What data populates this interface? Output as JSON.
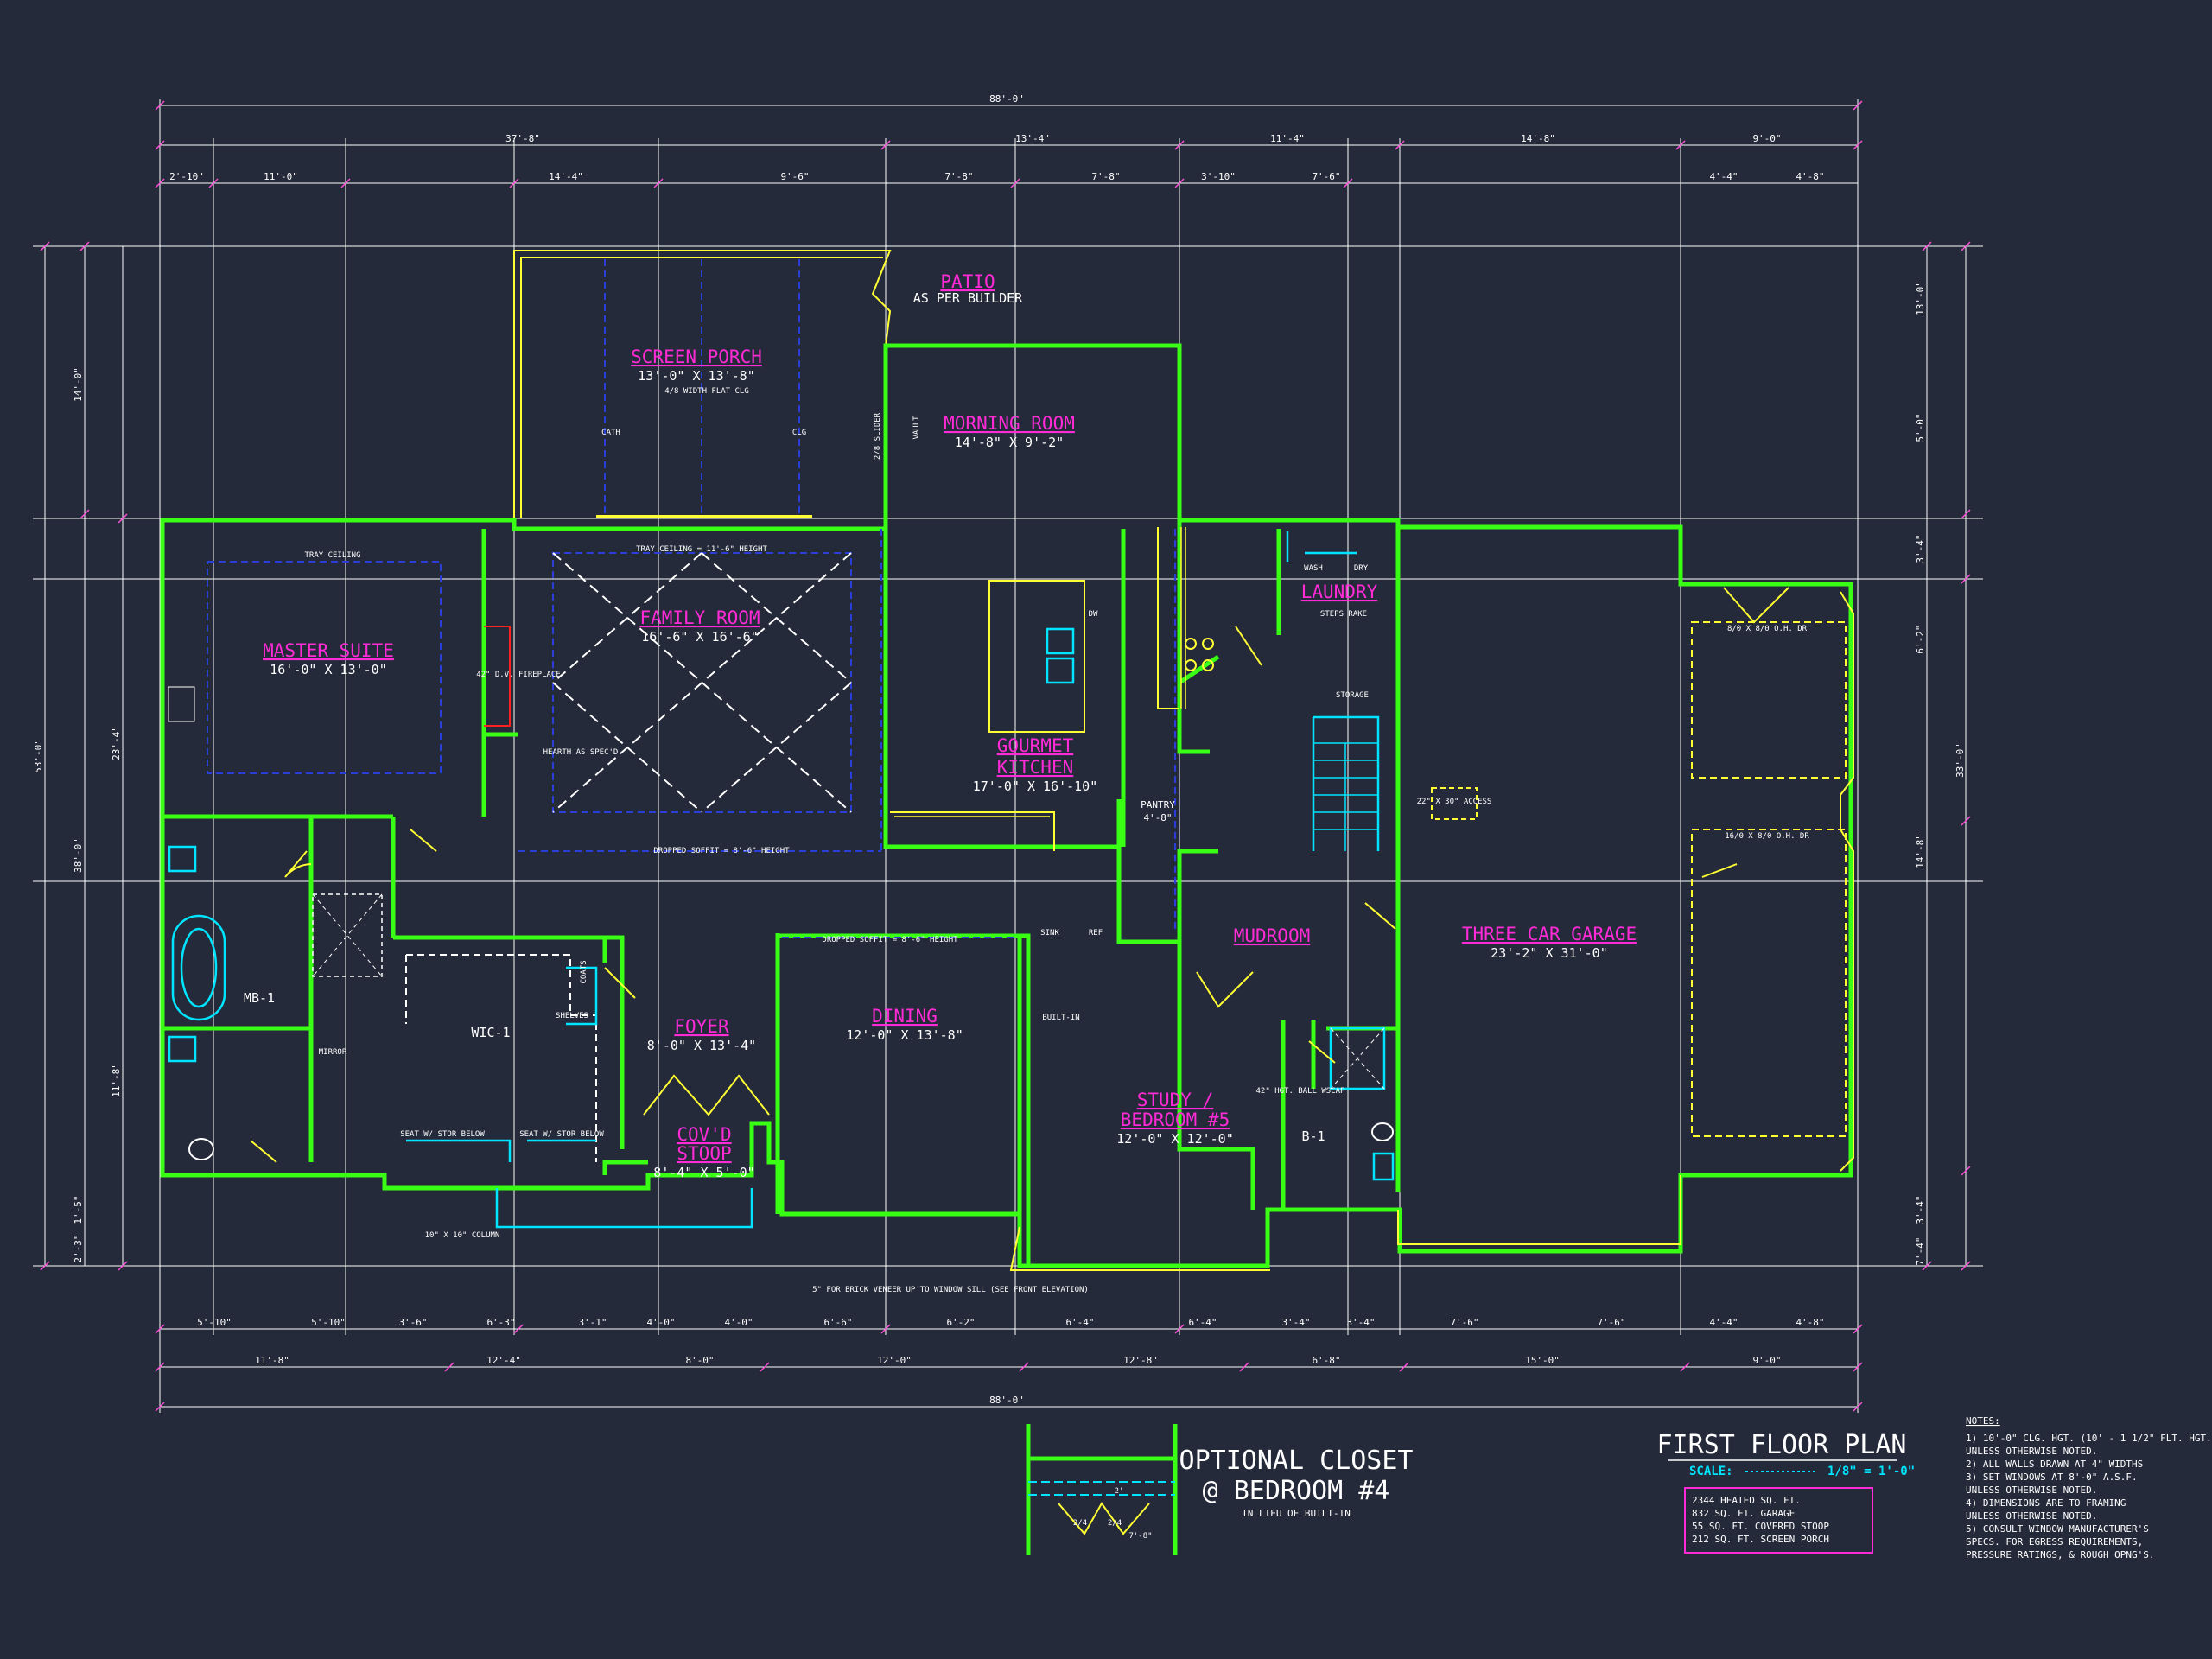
{
  "plan": {
    "title": "FIRST FLOOR PLAN",
    "scale_label": "SCALE:",
    "scale_value": "1/8\" = 1'-0\"",
    "area_summary": [
      "2344 HEATED SQ. FT.",
      "832 SQ. FT. GARAGE",
      "55 SQ. FT. COVERED STOOP",
      "212 SQ. FT. SCREEN PORCH"
    ],
    "notes_title": "NOTES:",
    "notes": [
      "1)  10'-0\" CLG. HGT. (10' - 1 1/2\" FLT. HGT.)",
      "     UNLESS OTHERWISE NOTED.",
      "2)  ALL WALLS DRAWN AT 4\" WIDTHS",
      "3)  SET WINDOWS AT 8'-0\" A.S.F.",
      "     UNLESS OTHERWISE NOTED.",
      "4)  DIMENSIONS ARE TO FRAMING",
      "     UNLESS OTHERWISE NOTED.",
      "5)  CONSULT WINDOW MANUFACTURER'S",
      "     SPECS. FOR EGRESS REQUIREMENTS,",
      "     PRESSURE RATINGS, & ROUGH OPNG'S."
    ],
    "optional_closet": {
      "title1": "OPTIONAL CLOSET",
      "title2": "@ BEDROOM #4",
      "sub": "IN LIEU OF BUILT-IN",
      "dims": [
        "2/4",
        "2/4",
        "7'-8\"",
        "2'"
      ]
    }
  },
  "rooms": [
    {
      "name": "PATIO",
      "dims": "AS PER BUILDER"
    },
    {
      "name": "SCREEN PORCH",
      "dims": "13'-0\" X 13'-8\"",
      "note": "4/8 WIDTH FLAT CLG"
    },
    {
      "name": "MORNING ROOM",
      "dims": "14'-8\" X 9'-2\""
    },
    {
      "name": "MASTER SUITE",
      "dims": "16'-0\" X 13'-0\""
    },
    {
      "name": "FAMILY ROOM",
      "dims": "16'-6\" X 16'-6\""
    },
    {
      "name": "GOURMET",
      "dims": ""
    },
    {
      "name": "KITCHEN",
      "dims": "17'-0\" X 16'-10\""
    },
    {
      "name": "LAUNDRY",
      "dims": ""
    },
    {
      "name": "THREE CAR GARAGE",
      "dims": "23'-2\" X 31'-0\""
    },
    {
      "name": "MUDROOM",
      "dims": ""
    },
    {
      "name": "FOYER",
      "dims": "8'-0\" X 13'-4\""
    },
    {
      "name": "DINING",
      "dims": "12'-0\" X 13'-8\""
    },
    {
      "name": "STUDY /",
      "dims": ""
    },
    {
      "name": "BEDROOM #5",
      "dims": "12'-0\" X 12'-0\""
    },
    {
      "name": "COV'D",
      "dims": ""
    },
    {
      "name": "STOOP",
      "dims": "8'-4\" X 5'-0\""
    }
  ],
  "labels": {
    "mb1": "MB-1",
    "wic1": "WIC-1",
    "b1": "B-1",
    "pantry": "PANTRY",
    "pantry_dim": "4'-8\"",
    "storage": "STORAGE",
    "tray_ceiling": "TRAY CEILING",
    "tray_ceiling_fam": "TRAY CEILING = 11'-6\" HEIGHT",
    "dropped_soffit": "DROPPED SOFFIT = 8'-6\" HEIGHT",
    "fireplace": "42\" D.V. FIREPLACE",
    "hearth": "HEARTH AS SPEC'D",
    "mirror": "MIRROR",
    "shelves": "SHELVES",
    "coats": "COATS",
    "built_in": "BUILT-IN",
    "sink": "SINK",
    "ref": "REF",
    "dw": "DW",
    "access": "22\" X 30\" ACCESS",
    "brick_veneer": "5\" FOR BRICK VENEER UP TO WINDOW SILL (SEE FRONT ELEVATION)",
    "column": "10\" X 10\" COLUMN",
    "garage_door1": "8/0 X 8/0 O.H. DR",
    "garage_door2": "16/0 X 8/0 O.H. DR",
    "cath": "CATH",
    "clg": "CLG",
    "vault": "VAULT",
    "wash": "WASH",
    "dry": "DRY",
    "steps_rake": "STEPS RAKE",
    "seat_stor1": "SEAT W/ STOR BELOW",
    "seat_stor2": "SEAT W/ STOR BELOW",
    "smoke_ht": "42\" HGT. BALL WSCAP",
    "full_ht_slider": "2/8 SLIDER"
  },
  "dims_top": {
    "overall": "88'-0\"",
    "row2": [
      "37'-8\"",
      "13'-4\"",
      "11'-4\"",
      "14'-8\"",
      "9'-0\""
    ],
    "row3": [
      "2'-10\"",
      "11'-0\"",
      "14'-4\"",
      "9'-6\"",
      "7'-8\"",
      "7'-8\"",
      "3'-10\"",
      "7'-6\"",
      "4'-4\"",
      "4'-8\""
    ]
  },
  "dims_bottom": {
    "row1": [
      "5'-10\"",
      "5'-10\"",
      "3'-6\"",
      "6'-3\"",
      "3'-1\"",
      "4'-0\"",
      "4'-0\"",
      "6'-6\"",
      "6'-2\"",
      "6'-4\"",
      "6'-4\"",
      "3'-4\"",
      "3'-4\"",
      "7'-6\"",
      "7'-6\"",
      "4'-4\"",
      "4'-8\""
    ],
    "row2": [
      "11'-8\"",
      "12'-4\"",
      "8'-0\"",
      "12'-0\"",
      "12'-8\"",
      "6'-8\"",
      "15'-0\"",
      "9'-0\""
    ],
    "overall": "88'-0\""
  },
  "dims_left": {
    "overall": "53'-0\"",
    "seg": [
      "14'-0\"",
      "23'-4\"",
      "38'-0\"",
      "11'-8\"",
      "1'-5\"",
      "2'-3\""
    ]
  },
  "dims_right": {
    "overall": "33'-0\"",
    "seg": [
      "13'-0\"",
      "5'-0\"",
      "3'-4\"",
      "6'-2\"",
      "14'-8\"",
      "3'-4\"",
      "7'-4\""
    ]
  }
}
